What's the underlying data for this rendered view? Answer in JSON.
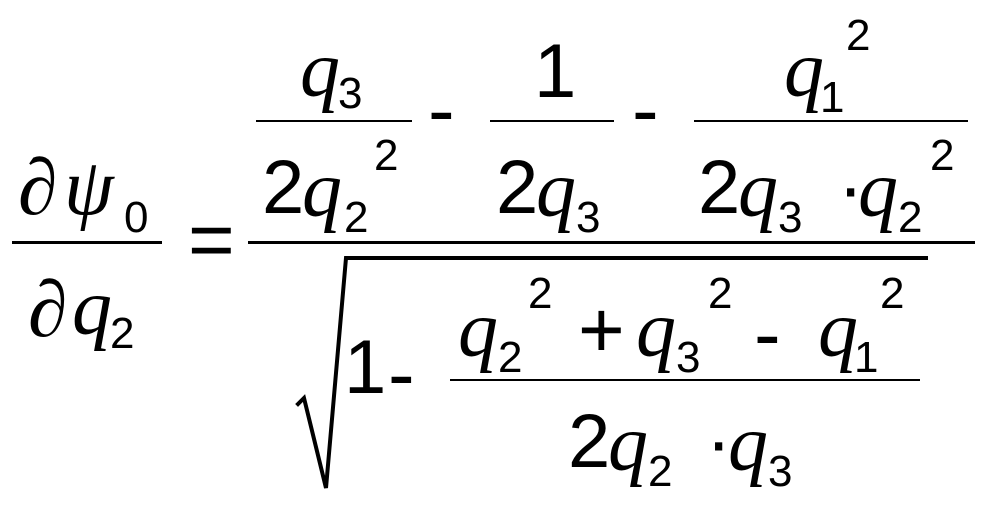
{
  "equation": {
    "lhs": {
      "partial": "∂",
      "psi": "ψ",
      "psi_sub": "0",
      "q": "q",
      "q_sub": "2"
    },
    "equals": "=",
    "numerator": {
      "term1": {
        "num_q": "q",
        "num_sub": "3",
        "den_coef": "2",
        "den_q": "q",
        "den_sub": "2",
        "den_sup": "2"
      },
      "minus1": "-",
      "term2": {
        "num": "1",
        "den_coef": "2",
        "den_q": "q",
        "den_sub": "3"
      },
      "minus2": "-",
      "term3": {
        "num_q": "q",
        "num_sub": "1",
        "num_sup": "2",
        "den_coef": "2",
        "den_q1": "q",
        "den_sub1": "3",
        "dot": "·",
        "den_q2": "q",
        "den_sub2": "2",
        "den_sup2": "2"
      }
    },
    "denominator": {
      "one": "1",
      "minus": "-",
      "frac_num": {
        "q_a": "q",
        "sub_a": "2",
        "sup_a": "2",
        "plus": "+",
        "q_b": "q",
        "sub_b": "3",
        "sup_b": "2",
        "minus": "-",
        "q_c": "q",
        "sub_c": "1",
        "sup_c": "2"
      },
      "frac_den": {
        "coef": "2",
        "q_a": "q",
        "sub_a": "2",
        "dot": "·",
        "q_b": "q",
        "sub_b": "3"
      }
    }
  }
}
